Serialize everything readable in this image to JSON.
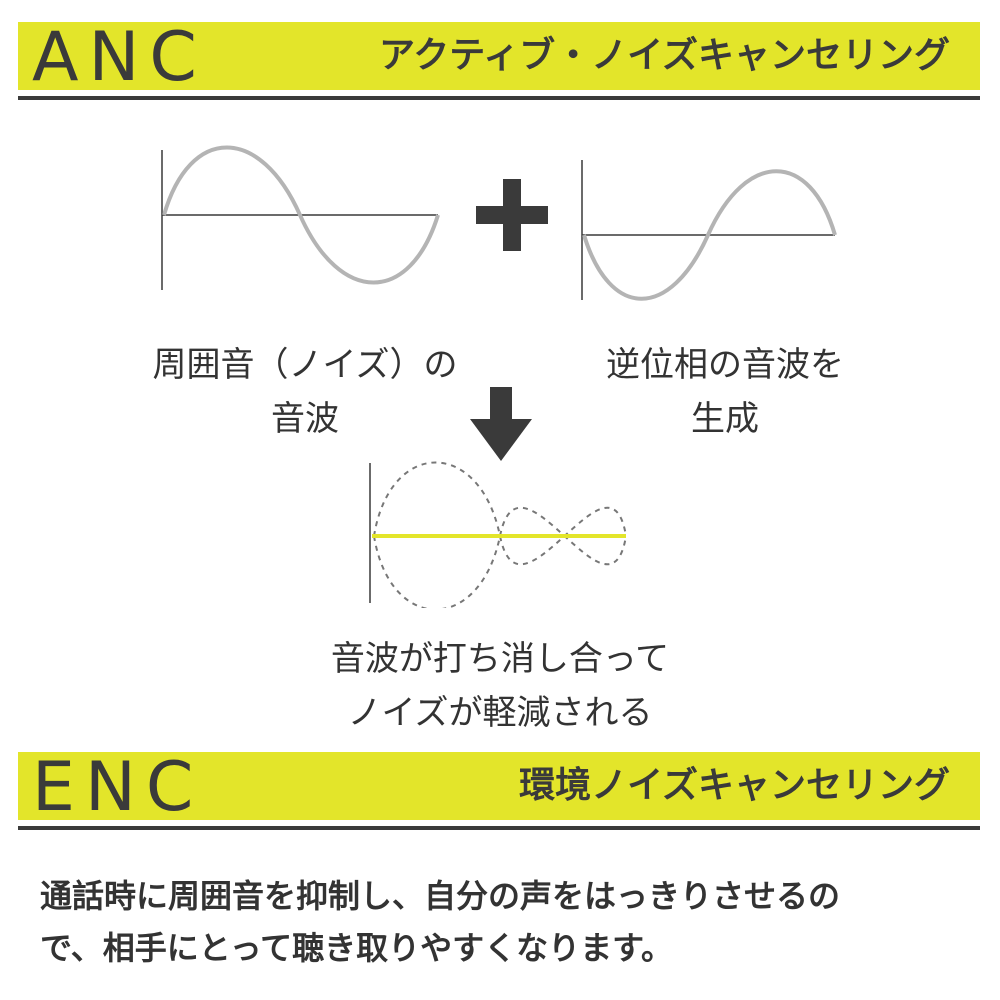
{
  "colors": {
    "accent_yellow": "#e3e52a",
    "dark": "#3a3a3a",
    "wave_gray": "#b4b4b4",
    "result_line": "#e3e52a"
  },
  "anc": {
    "abbr": "ANC",
    "title": "アクティブ・ノイズキャンセリング"
  },
  "diagram": {
    "plus_icon": "plus-icon",
    "arrow_icon": "arrow-down-icon",
    "caption_noise_line1": "周囲音（ノイズ）の",
    "caption_noise_line2": "音波",
    "caption_antiphase_line1": "逆位相の音波を",
    "caption_antiphase_line2": "生成",
    "caption_result_line1": "音波が打ち消し合って",
    "caption_result_line2": "ノイズが軽減される"
  },
  "enc": {
    "abbr": "ENC",
    "title": "環境ノイズキャンセリング",
    "description_line1": "通話時に周囲音を抑制し、自分の声をはっきりさせるの",
    "description_line2": "で、相手にとって聴き取りやすくなります。"
  }
}
